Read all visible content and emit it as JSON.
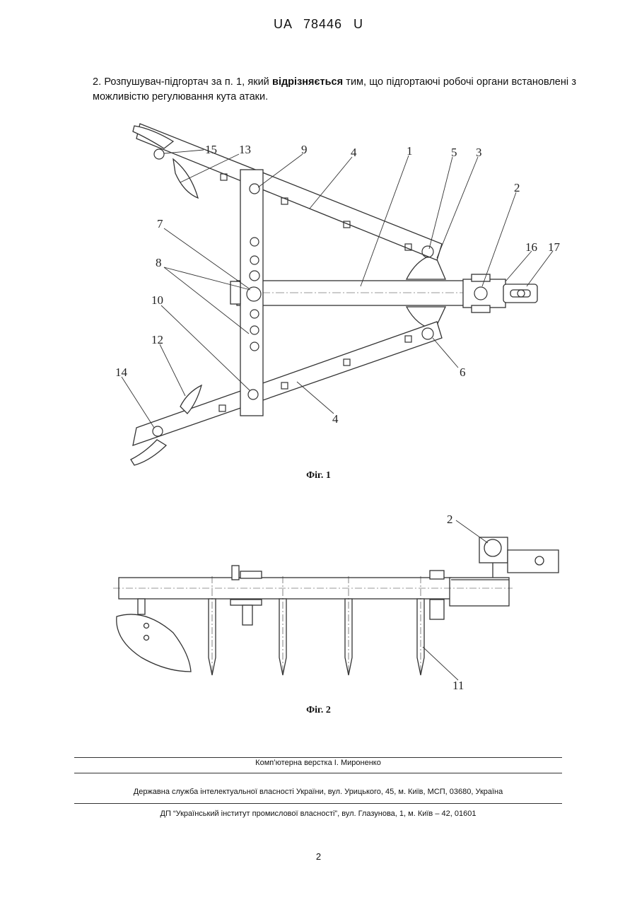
{
  "header": {
    "patent_number": "UA   78446   U"
  },
  "claim": {
    "prefix": "2. Розпушувач-підгортач за п. 1, який ",
    "emphasis": "відрізняється",
    "suffix": " тим, що підгортаючі робочі органи встановлені з можливістю регулювання кута атаки."
  },
  "figure1": {
    "caption": "Фіг. 1",
    "labels": [
      "15",
      "13",
      "9",
      "4",
      "1",
      "5",
      "3",
      "2",
      "16",
      "17",
      "7",
      "8",
      "10",
      "12",
      "14",
      "6",
      "4"
    ]
  },
  "figure2": {
    "caption": "Фіг. 2",
    "labels": [
      "2",
      "11"
    ]
  },
  "footer": {
    "layout": "Комп’ютерна верстка І. Мироненко",
    "agency": "Державна служба інтелектуальної власності України, вул. Урицького, 45, м. Київ, МСП, 03680, Україна",
    "institute": "ДП “Український інститут промислової власності”, вул. Глазунова, 1, м. Київ – 42, 01601"
  },
  "page_number": "2"
}
